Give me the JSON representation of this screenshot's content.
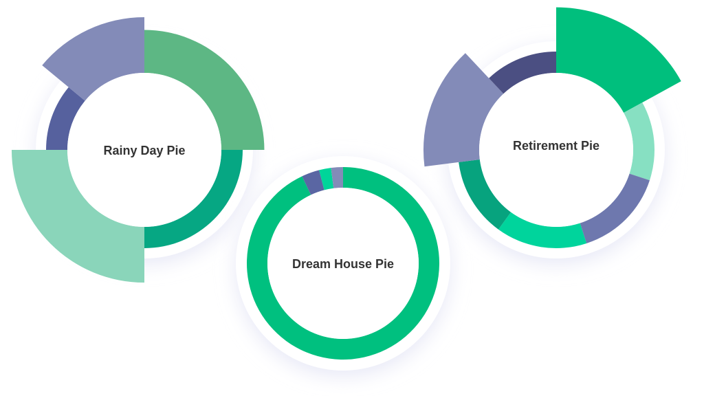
{
  "chart_data": [
    {
      "type": "pie",
      "title": "Rainy Day Pie",
      "segments": [
        {
          "value": 25,
          "color": "#5DB784",
          "outer_ratio": 1.22
        },
        {
          "value": 25,
          "color": "#06A783",
          "outer_ratio": 1.0
        },
        {
          "value": 25,
          "color": "#8AD5BA",
          "outer_ratio": 1.35
        },
        {
          "value": 11,
          "color": "#56619E",
          "outer_ratio": 1.0
        },
        {
          "value": 14,
          "color": "#838BB8",
          "outer_ratio": 1.35
        }
      ]
    },
    {
      "type": "pie",
      "title": "Dream House Pie",
      "segments": [
        {
          "value": 93,
          "color": "#00C07F",
          "outer_ratio": 1.0
        },
        {
          "value": 3,
          "color": "#5A66A3",
          "outer_ratio": 1.0
        },
        {
          "value": 2,
          "color": "#00D59A",
          "outer_ratio": 1.0
        },
        {
          "value": 2,
          "color": "#838BB8",
          "outer_ratio": 1.0
        }
      ]
    },
    {
      "type": "pie",
      "title": "Retirement Pie",
      "segments": [
        {
          "value": 17,
          "color": "#00BF7D",
          "outer_ratio": 1.45
        },
        {
          "value": 13,
          "color": "#87E0C2",
          "outer_ratio": 1.0
        },
        {
          "value": 15,
          "color": "#6E78AE",
          "outer_ratio": 1.0
        },
        {
          "value": 15,
          "color": "#00D49C",
          "outer_ratio": 1.0
        },
        {
          "value": 13,
          "color": "#07A37E",
          "outer_ratio": 1.0
        },
        {
          "value": 15,
          "color": "#838BB8",
          "outer_ratio": 1.35
        },
        {
          "value": 12,
          "color": "#4B4F82",
          "outer_ratio": 1.0
        }
      ]
    }
  ]
}
